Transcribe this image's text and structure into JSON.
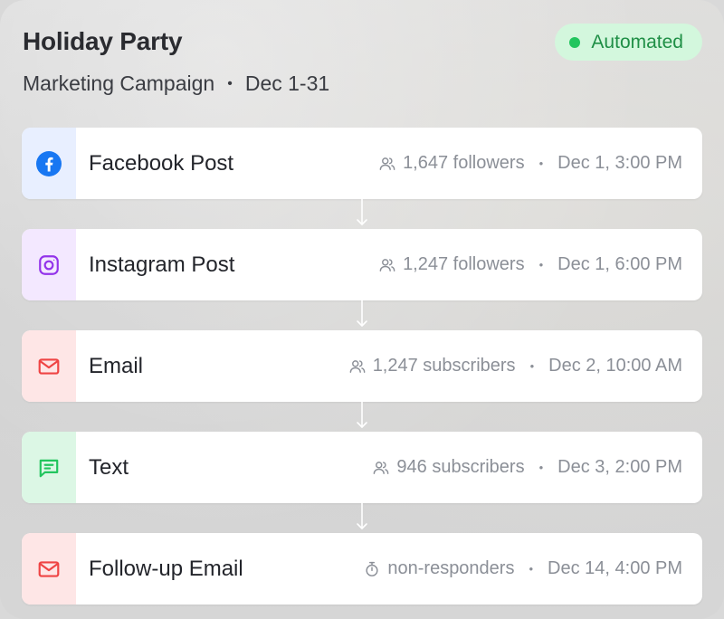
{
  "campaign": {
    "title": "Holiday Party",
    "type": "Marketing Campaign",
    "dates": "Dec 1-31",
    "status": "Automated"
  },
  "colors": {
    "facebook_bg": "#e8efff",
    "facebook_icon": "#1877f2",
    "instagram_bg": "#f3e8ff",
    "instagram_icon": "#9333ea",
    "email_bg": "#fee6e6",
    "email_icon": "#ef4444",
    "text_bg": "#dcf7e5",
    "text_icon": "#22c55e"
  },
  "steps": [
    {
      "name": "Facebook Post",
      "icon": "facebook-icon",
      "audience_icon": "users-icon",
      "audience": "1,647 followers",
      "schedule": "Dec 1, 3:00 PM"
    },
    {
      "name": "Instagram Post",
      "icon": "instagram-icon",
      "audience_icon": "users-icon",
      "audience": "1,247 followers",
      "schedule": "Dec 1, 6:00 PM"
    },
    {
      "name": "Email",
      "icon": "mail-icon",
      "audience_icon": "users-icon",
      "audience": "1,247 subscribers",
      "schedule": "Dec 2, 10:00 AM"
    },
    {
      "name": "Text",
      "icon": "message-icon",
      "audience_icon": "users-icon",
      "audience": "946 subscribers",
      "schedule": "Dec 3, 2:00 PM"
    },
    {
      "name": "Follow-up Email",
      "icon": "mail-icon",
      "audience_icon": "timer-icon",
      "audience": "non-responders",
      "schedule": "Dec 14, 4:00 PM"
    }
  ]
}
